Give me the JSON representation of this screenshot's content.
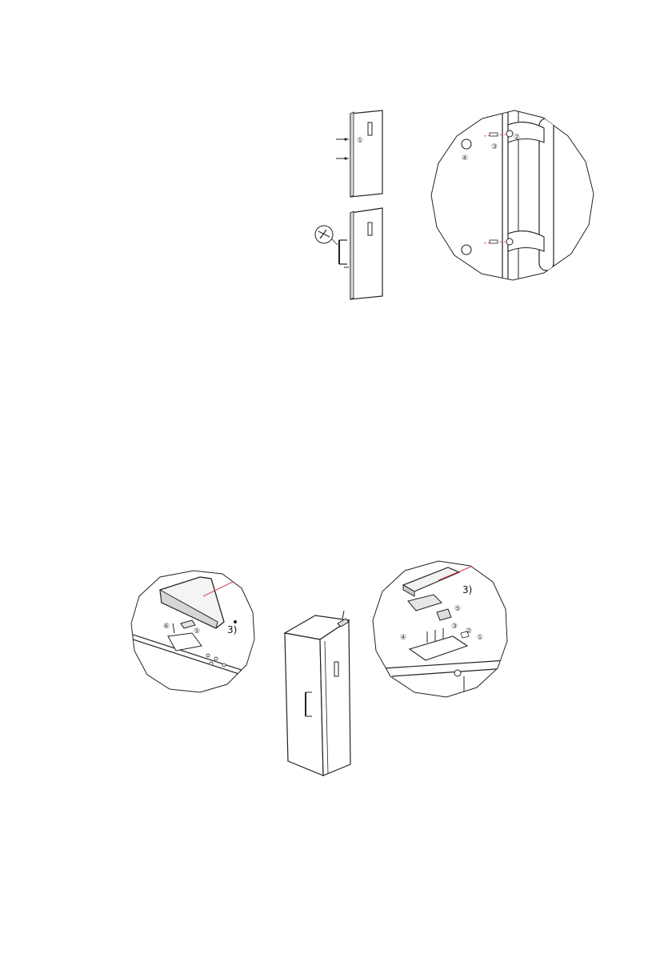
{
  "figures": {
    "door_handle": {
      "door_top_label": "①",
      "zoom_labels": {
        "screw": "③",
        "cap": "④",
        "bracket": "②"
      }
    },
    "hinge_cover": {
      "left": {
        "step": "3)",
        "label_a": "⑥",
        "label_b": "⑤"
      },
      "right": {
        "step": "3)",
        "labels": [
          "①",
          "②",
          "③",
          "④",
          "⑤"
        ]
      }
    }
  },
  "colors": {
    "line": "#222222",
    "callout": "#d23a4a"
  },
  "icons": [
    "door-panel-icon",
    "handle-icon",
    "screw-icon",
    "fridge-icon",
    "hinge-cover-icon"
  ]
}
